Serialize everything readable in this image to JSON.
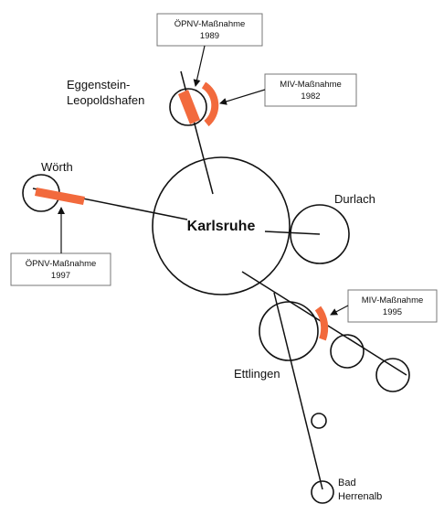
{
  "towns": {
    "karlsruhe": "Karlsruhe",
    "durlach": "Durlach",
    "woerth": "Wörth",
    "eggenstein_line1": "Eggenstein-",
    "eggenstein_line2": "Leopoldshafen",
    "ettlingen": "Ettlingen",
    "bad_line1": "Bad",
    "bad_line2": "Herrenalb"
  },
  "callouts": {
    "oepnv_1989": {
      "line1": "ÖPNV-Maßnahme",
      "line2": "1989"
    },
    "miv_1982": {
      "line1": "MIV-Maßnahme",
      "line2": "1982"
    },
    "oepnv_1997": {
      "line1": "ÖPNV-Maßnahme",
      "line2": "1997"
    },
    "miv_1995": {
      "line1": "MIV-Maßnahme",
      "line2": "1995"
    }
  },
  "colors": {
    "measure": "#f26a3d",
    "line": "#111111",
    "box_border": "#777777"
  }
}
